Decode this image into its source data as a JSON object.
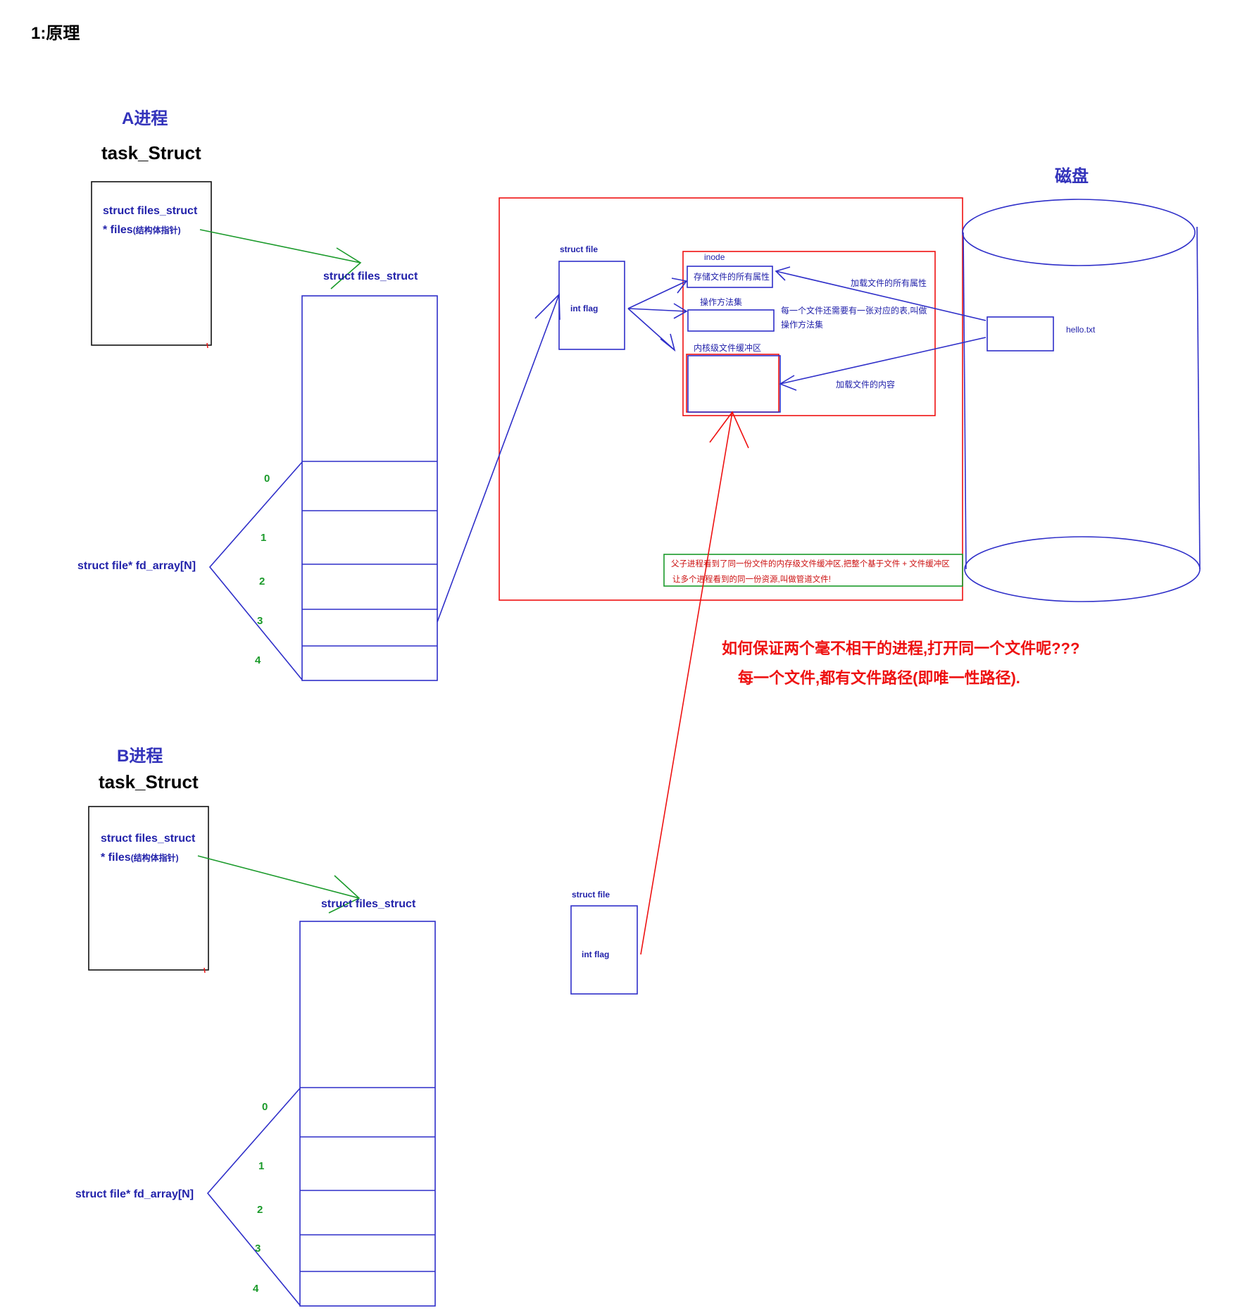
{
  "page_title": "1:原理",
  "colors": {
    "blue": "#2f2fc9",
    "green": "#1a9a2a",
    "red": "#ee1111",
    "black": "#000000"
  },
  "process_a": {
    "name": "A进程",
    "task_struct": "task_Struct",
    "files_line1": "struct files_struct",
    "files_line2": "* files",
    "files_note": "(结构体指针)",
    "files_struct_label": "struct files_struct",
    "fd_array_label": "struct file* fd_array[N]",
    "indices": [
      "0",
      "1",
      "2",
      "3",
      "4"
    ]
  },
  "process_b": {
    "name": "B进程",
    "task_struct": "task_Struct",
    "files_line1": "struct files_struct",
    "files_line2": "* files",
    "files_note": "(结构体指针)",
    "files_struct_label": "struct files_struct",
    "fd_array_label": "struct file* fd_array[N]",
    "indices": [
      "0",
      "1",
      "2",
      "3",
      "4"
    ]
  },
  "kernel": {
    "struct_file_label": "struct file",
    "int_flag": "int flag",
    "inode_label": "inode",
    "inode_attrs": "存储文件的所有属性",
    "ops_label": "操作方法集",
    "buffer_label": "内核级文件缓冲区",
    "load_attrs": "加载文件的所有属性",
    "ops_note_line1": "每一个文件还需要有一张对应的表,叫做",
    "ops_note_line2": "操作方法集",
    "load_content": "加载文件的内容",
    "green_note_line1": "父子进程看到了同一份文件的内存级文件缓冲区,把整个基于文件 + 文件缓冲区",
    "green_note_line2": "让多个进程看到的同一份资源,叫做管道文件!"
  },
  "disk": {
    "label": "磁盘",
    "file": "hello.txt"
  },
  "second_file": {
    "struct_file_label": "struct file",
    "int_flag": "int flag"
  },
  "question": {
    "line1": "如何保证两个毫不相干的进程,打开同一个文件呢???",
    "line2": "每一个文件,都有文件路径(即唯一性路径)."
  }
}
